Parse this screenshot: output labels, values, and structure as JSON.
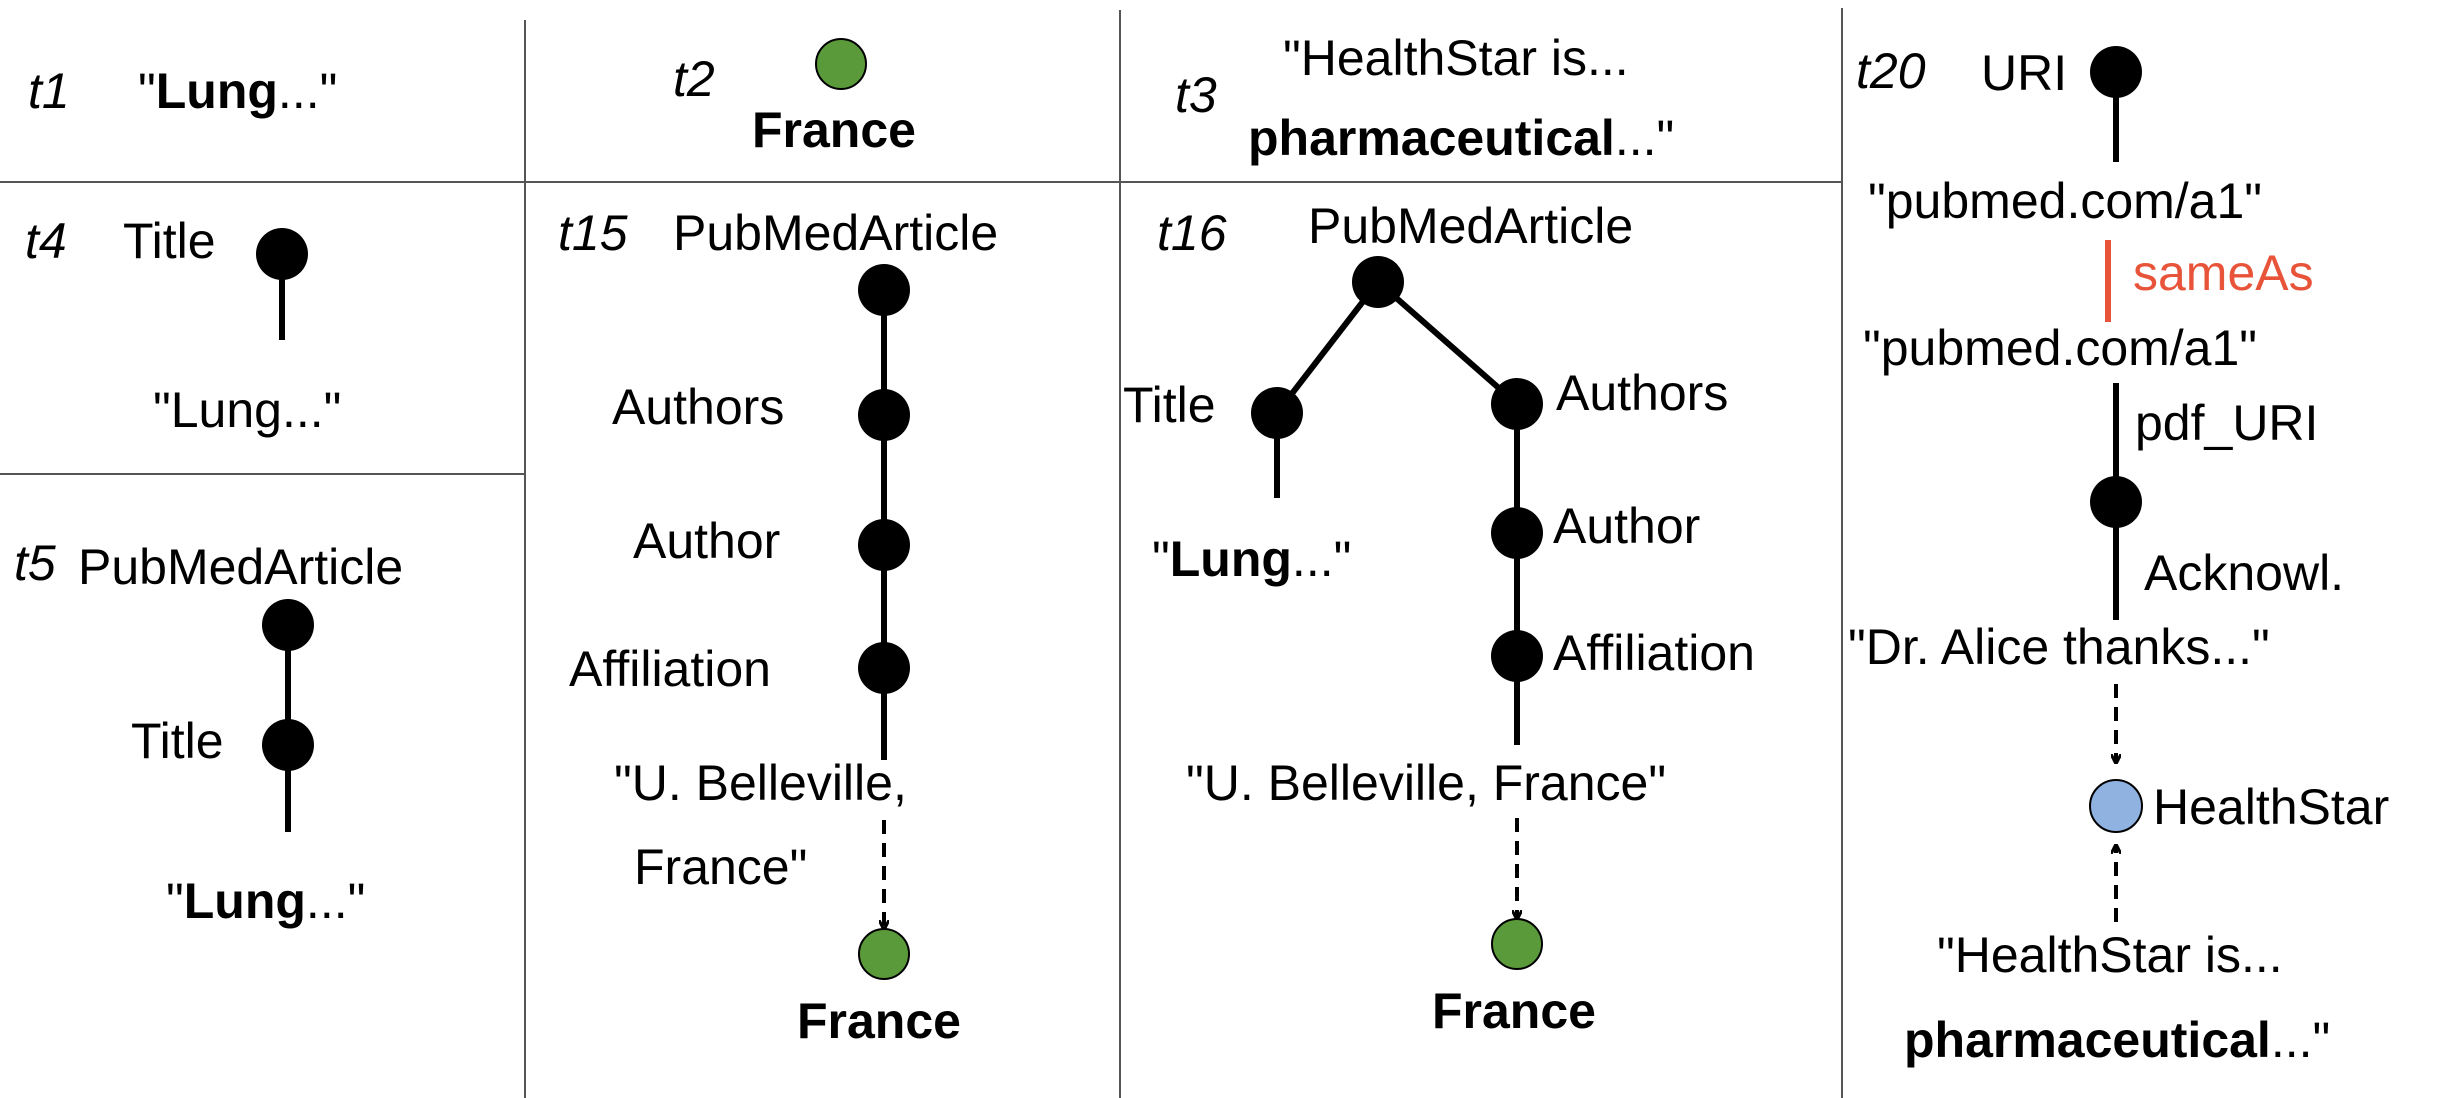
{
  "colors": {
    "node": "#000000",
    "place_node": "#5a9a3a",
    "org_node": "#8fb2e0",
    "same_as": "#e8543a"
  },
  "panels": {
    "t1": {
      "tag": "t1",
      "text_open": "\"",
      "text_bold": "Lung",
      "text_close": "...\""
    },
    "t2": {
      "tag": "t2",
      "entity": "France"
    },
    "t3": {
      "tag": "t3",
      "line1": "\"HealthStar is...",
      "line2_bold": "pharmaceutical",
      "line2_close": "...\""
    },
    "t4": {
      "tag": "t4",
      "node_label": "Title",
      "value": "\"Lung...\""
    },
    "t5": {
      "tag": "t5",
      "root": "PubMedArticle",
      "child": "Title",
      "value_open": "\"",
      "value_bold": "Lung",
      "value_close": "...\""
    },
    "t15": {
      "tag": "t15",
      "root": "PubMedArticle",
      "path": [
        "Authors",
        "Author",
        "Affiliation"
      ],
      "value_line1": "\"U. Belleville,",
      "value_line2": "France\"",
      "entity": "France"
    },
    "t16": {
      "tag": "t16",
      "root": "PubMedArticle",
      "left_child": "Title",
      "left_value_open": "\"",
      "left_value_bold": "Lung",
      "left_value_close": "...\"",
      "path": [
        "Authors",
        "Author",
        "Affiliation"
      ],
      "value": "\"U. Belleville, France\"",
      "entity": "France"
    },
    "t20": {
      "tag": "t20",
      "root": "URI",
      "uri1": "\"pubmed.com/a1\"",
      "same_as": "sameAs",
      "uri2": "\"pubmed.com/a1\"",
      "pdf_label": "pdf_URI",
      "ack_label": "Acknowl.",
      "ack_value": "\"Dr. Alice thanks...\"",
      "entity": "HealthStar",
      "text_line1": "\"HealthStar is...",
      "text_line2_bold": "pharmaceutical",
      "text_line2_close": "...\""
    }
  }
}
